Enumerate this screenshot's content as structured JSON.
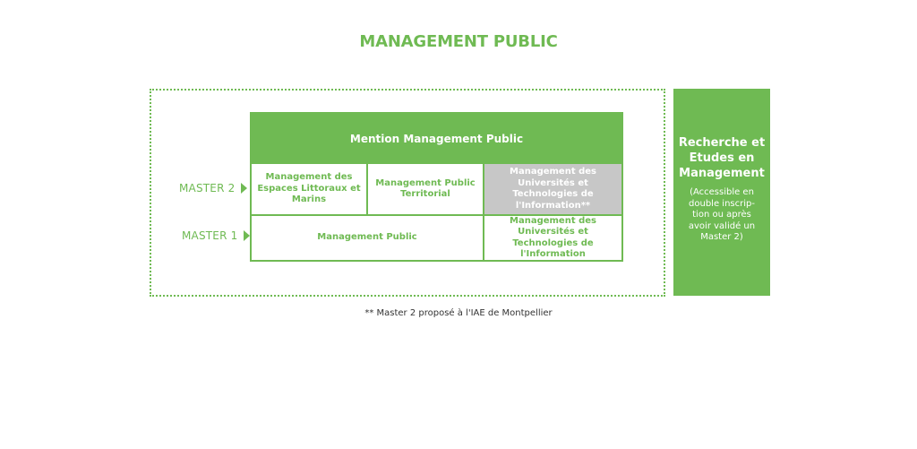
{
  "title": "MANAGEMENT PUBLIC",
  "colors": {
    "accent": "#6fba53",
    "grey_cell": "#c7c7c7",
    "text_dark": "#333333"
  },
  "rows": {
    "master2": "MASTER 2",
    "master1": "MASTER 1"
  },
  "mention": "Mention Management Public",
  "master2_cells": [
    "Management des Espaces Littoraux et Marins",
    "Management Public Territorial",
    "Management des Universités et Technologies de l'Information**"
  ],
  "master1_cells": [
    "Management Public",
    "Management des Universités et Technologies de l'Information"
  ],
  "side_box": {
    "title": "Recherche et Etudes en Management",
    "note": "(Accessible en double inscrip-tion ou après avoir validé un Master 2)"
  },
  "footnote": "** Master 2 proposé à l'IAE de Montpellier"
}
